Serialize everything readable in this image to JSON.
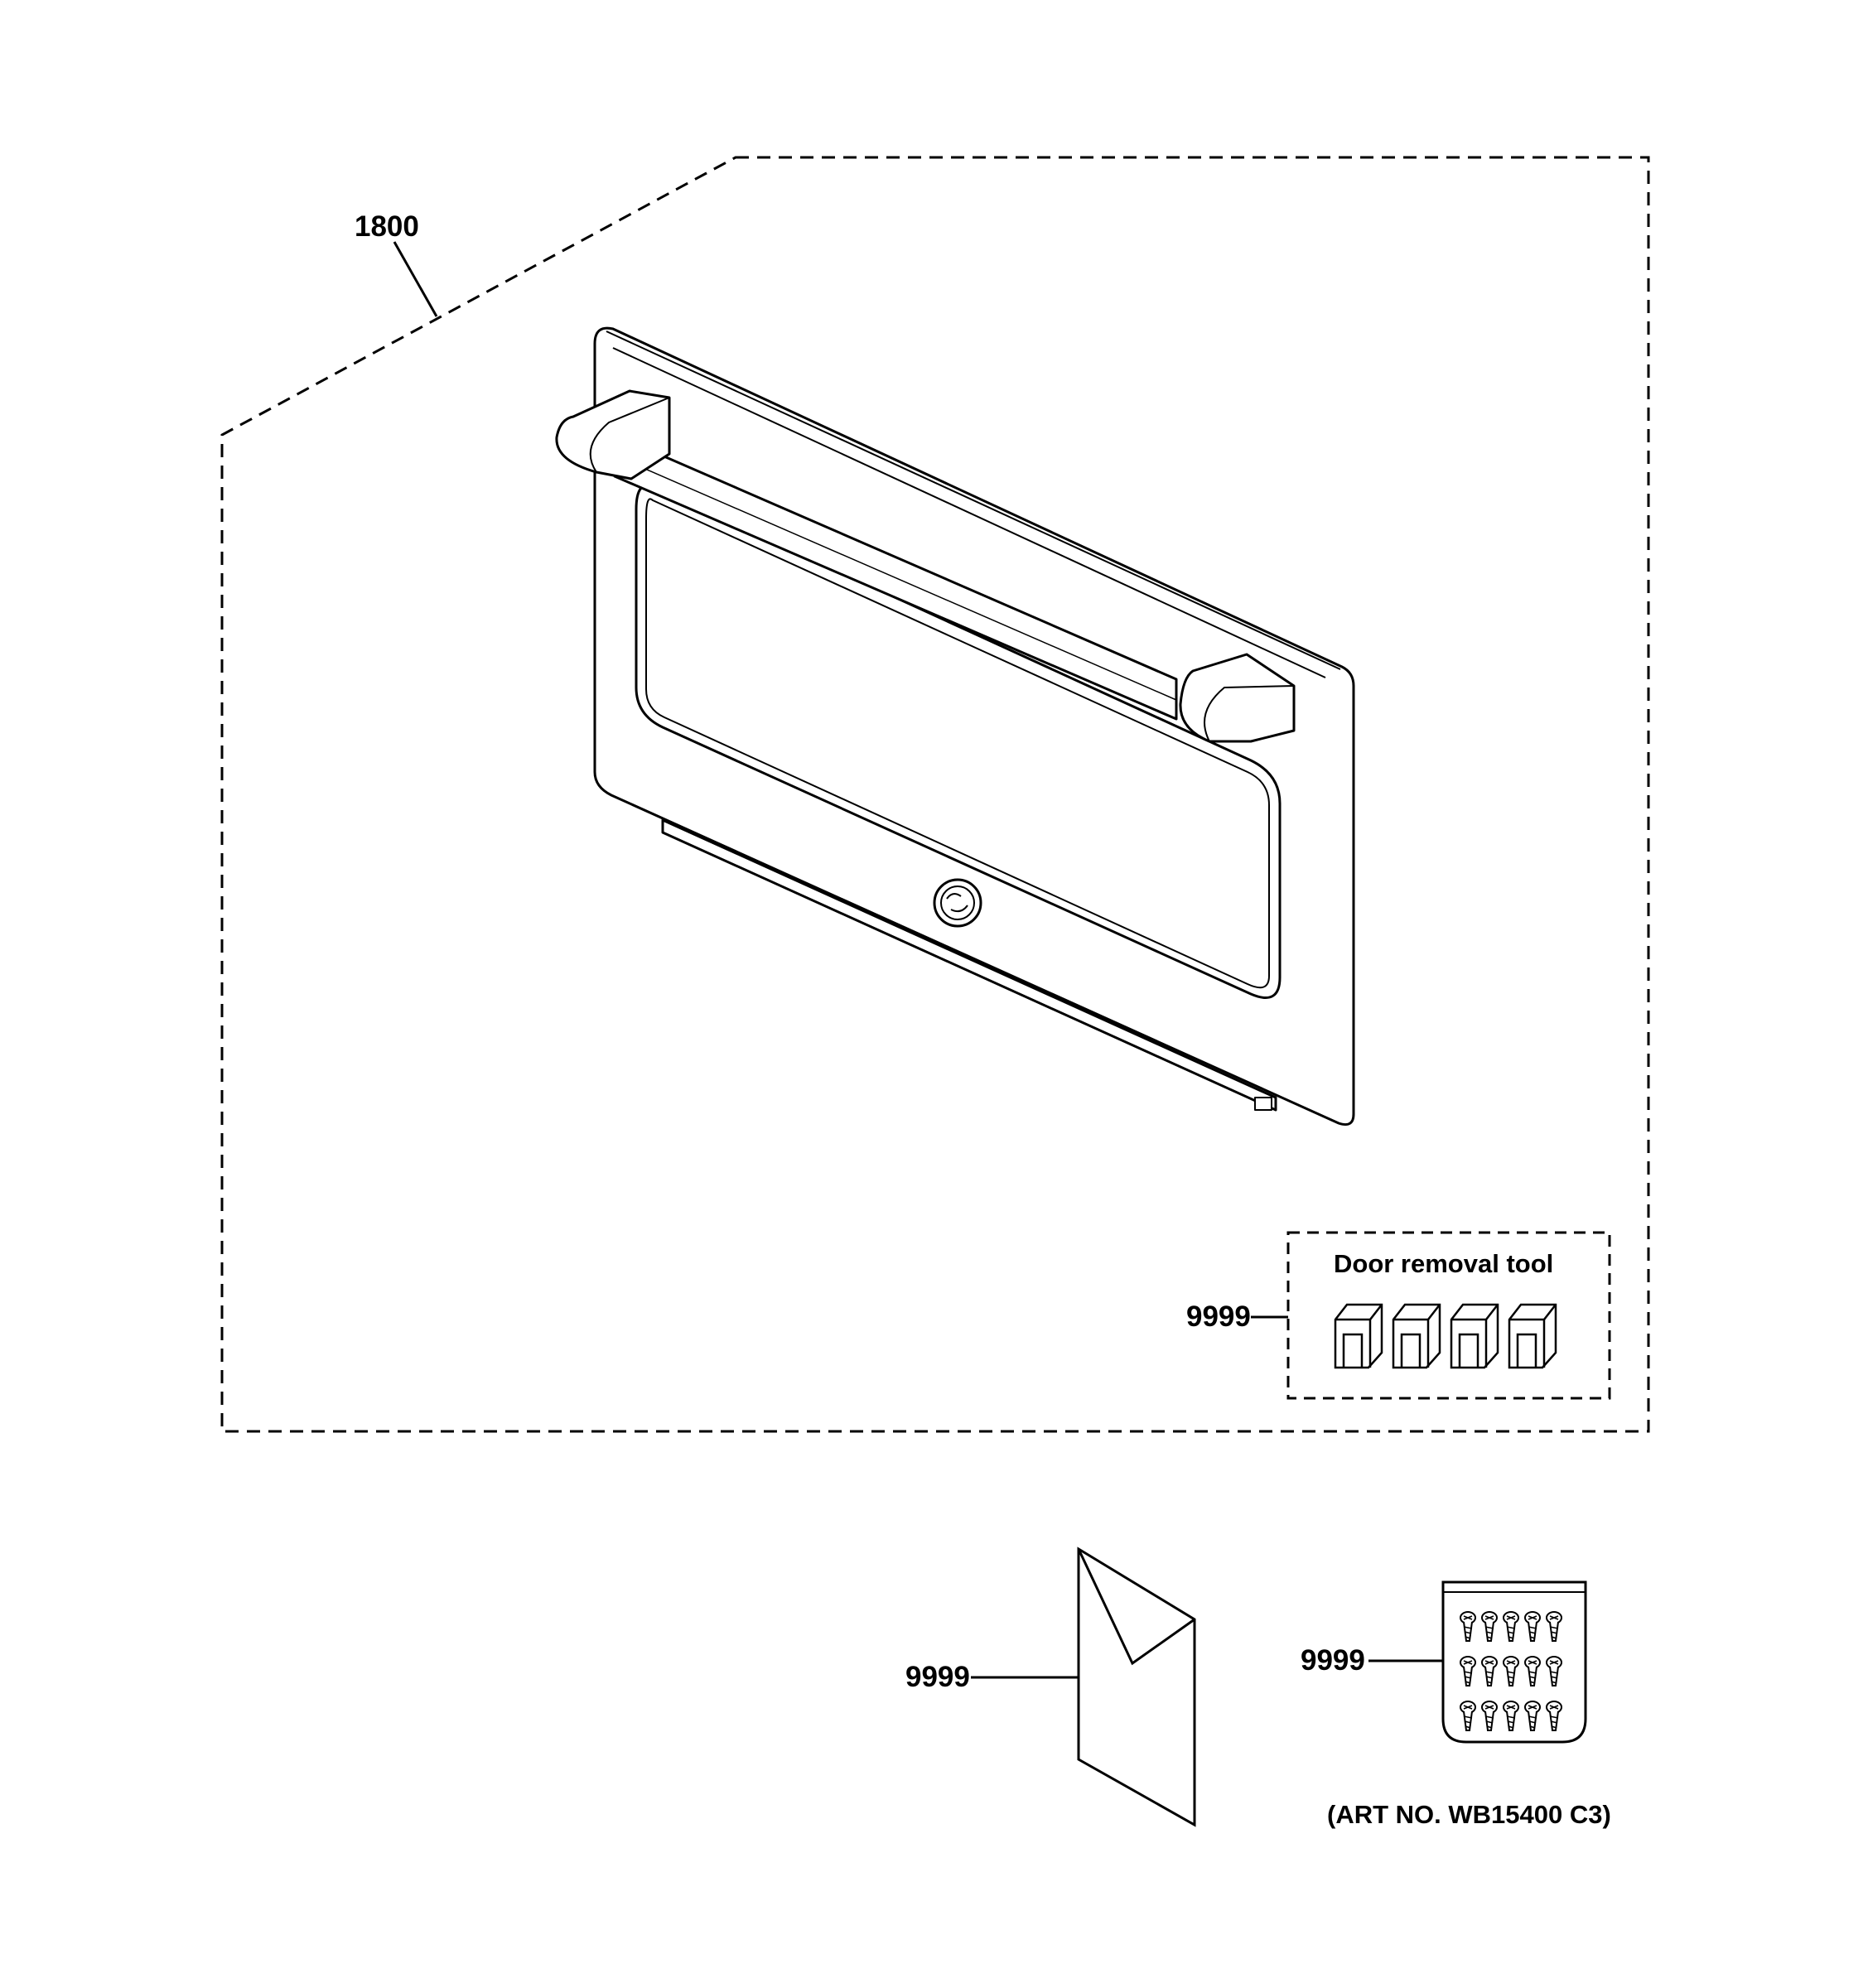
{
  "callouts": {
    "door_assembly": "1800",
    "door_tool_kit": "9999",
    "literature": "9999",
    "screw_pack": "9999"
  },
  "door_tool_box": {
    "title": "Door removal tool"
  },
  "art_number": "(ART NO. WB15400 C3)",
  "icons": [
    "oven-door-icon",
    "ge-logo-icon",
    "door-removal-tool-icon",
    "literature-icon",
    "screw-pack-icon"
  ],
  "colors": {
    "line": "#000000",
    "background": "#ffffff"
  }
}
